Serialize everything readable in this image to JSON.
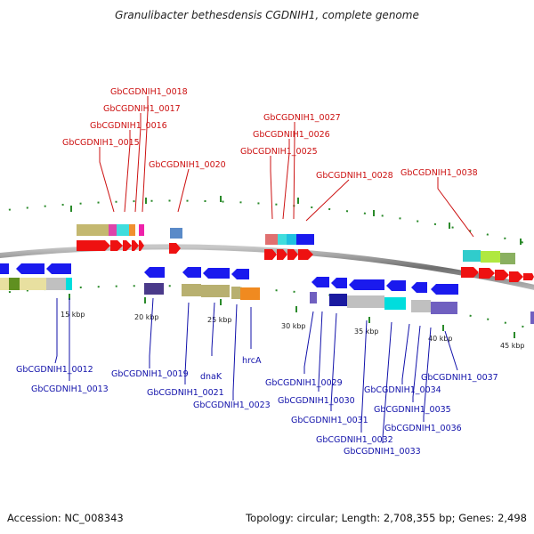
{
  "title": "Granulibacter bethesdensis CGDNIH1, complete genome",
  "footer": {
    "accession": "Accession: NC_008343",
    "summary": "Topology: circular; Length: 2,708,355 bp; Genes: 2,498"
  },
  "top_labels": [
    {
      "text": "GbCGDNIH1_0018"
    },
    {
      "text": "GbCGDNIH1_0017"
    },
    {
      "text": "GbCGDNIH1_0016"
    },
    {
      "text": "GbCGDNIH1_0015"
    },
    {
      "text": "GbCGDNIH1_0020"
    },
    {
      "text": "GbCGDNIH1_0027"
    },
    {
      "text": "GbCGDNIH1_0026"
    },
    {
      "text": "GbCGDNIH1_0025"
    },
    {
      "text": "GbCGDNIH1_0028"
    },
    {
      "text": "GbCGDNIH1_0038"
    }
  ],
  "bottom_labels": [
    {
      "text": "GbCGDNIH1_0012"
    },
    {
      "text": "GbCGDNIH1_0013"
    },
    {
      "text": "GbCGDNIH1_0019"
    },
    {
      "text": "GbCGDNIH1_0021"
    },
    {
      "text": "dnaK"
    },
    {
      "text": "GbCGDNIH1_0023"
    },
    {
      "text": "hrcA"
    },
    {
      "text": "GbCGDNIH1_0029"
    },
    {
      "text": "GbCGDNIH1_0030"
    },
    {
      "text": "GbCGDNIH1_0031"
    },
    {
      "text": "GbCGDNIH1_0032"
    },
    {
      "text": "GbCGDNIH1_0033"
    },
    {
      "text": "GbCGDNIH1_0034"
    },
    {
      "text": "GbCGDNIH1_0035"
    },
    {
      "text": "GbCGDNIH1_0036"
    },
    {
      "text": "GbCGDNIH1_0037"
    }
  ],
  "kbp_ticks": [
    "15 kbp",
    "20 kbp",
    "25 kbp",
    "30 kbp",
    "35 kbp",
    "40 kbp",
    "45 kbp"
  ],
  "colors": {
    "forward": "#ee1111",
    "reverse": "#1a1aee",
    "top_label": "#cc1111",
    "bottom_label": "#1111aa",
    "backbone": "#808080",
    "tick": "#2a8a2a"
  }
}
